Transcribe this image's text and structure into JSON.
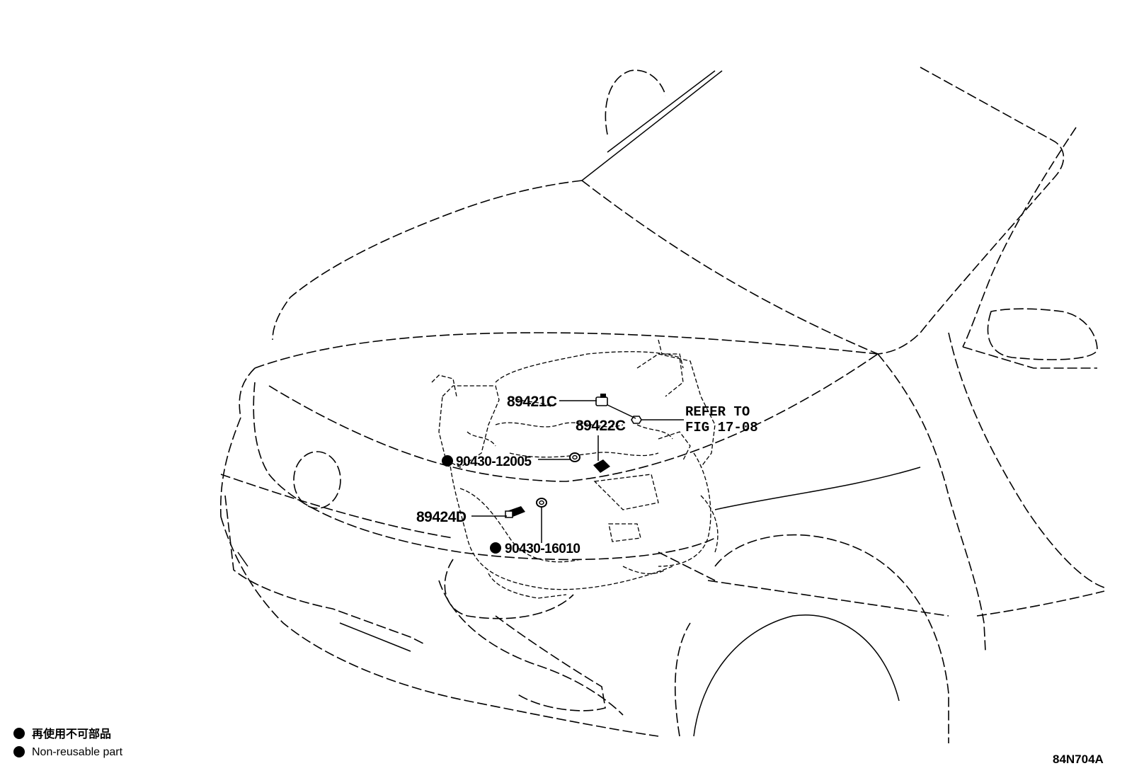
{
  "diagram": {
    "parts": {
      "p1": "89421C",
      "p2": "89422C",
      "p3": "90430-12005",
      "p4": "89424D",
      "p5": "90430-16010"
    },
    "refer": {
      "line1": "REFER TO",
      "line2": "FIG 17-08"
    },
    "legend": {
      "jp": "再使用不可部品",
      "en": "Non-reusable part"
    },
    "figure_code": "84N704A"
  }
}
